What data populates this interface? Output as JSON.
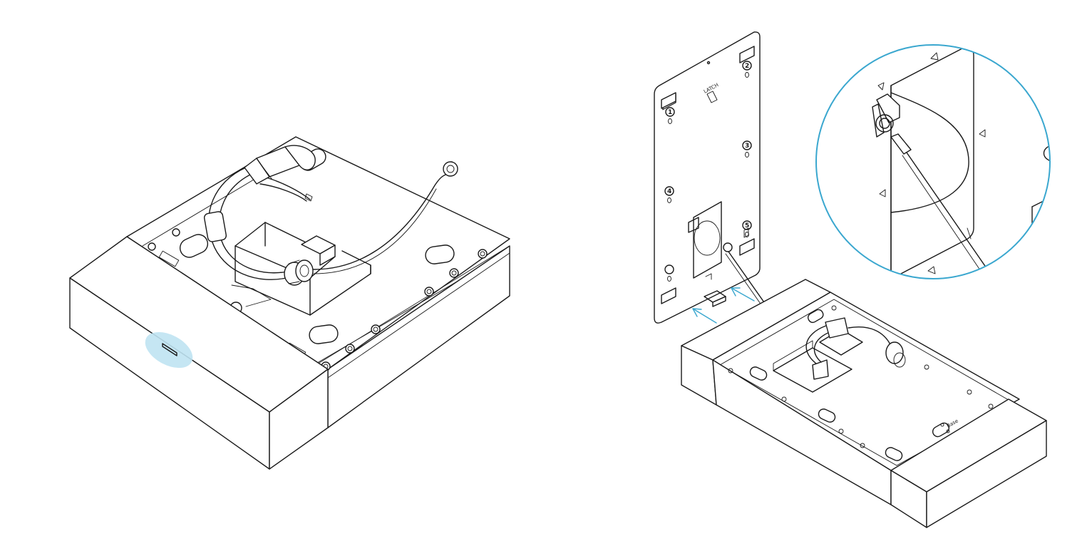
{
  "colors": {
    "line": "#1a1a1a",
    "accent": "#3aa7cf",
    "highlight": "#bfe3f2",
    "background": "#ffffff"
  },
  "left_illustration": {
    "name": "base-box-with-cable-and-ground-wire",
    "highlight": "release-tab-highlight"
  },
  "right_illustration": {
    "name": "mounting-plate-slid-onto-base",
    "plate_marks": [
      "1",
      "2",
      "3",
      "4",
      "5"
    ],
    "plate_label": "LATCH",
    "base_label": "Base",
    "callout": "magnified-ground-wire-connection"
  }
}
